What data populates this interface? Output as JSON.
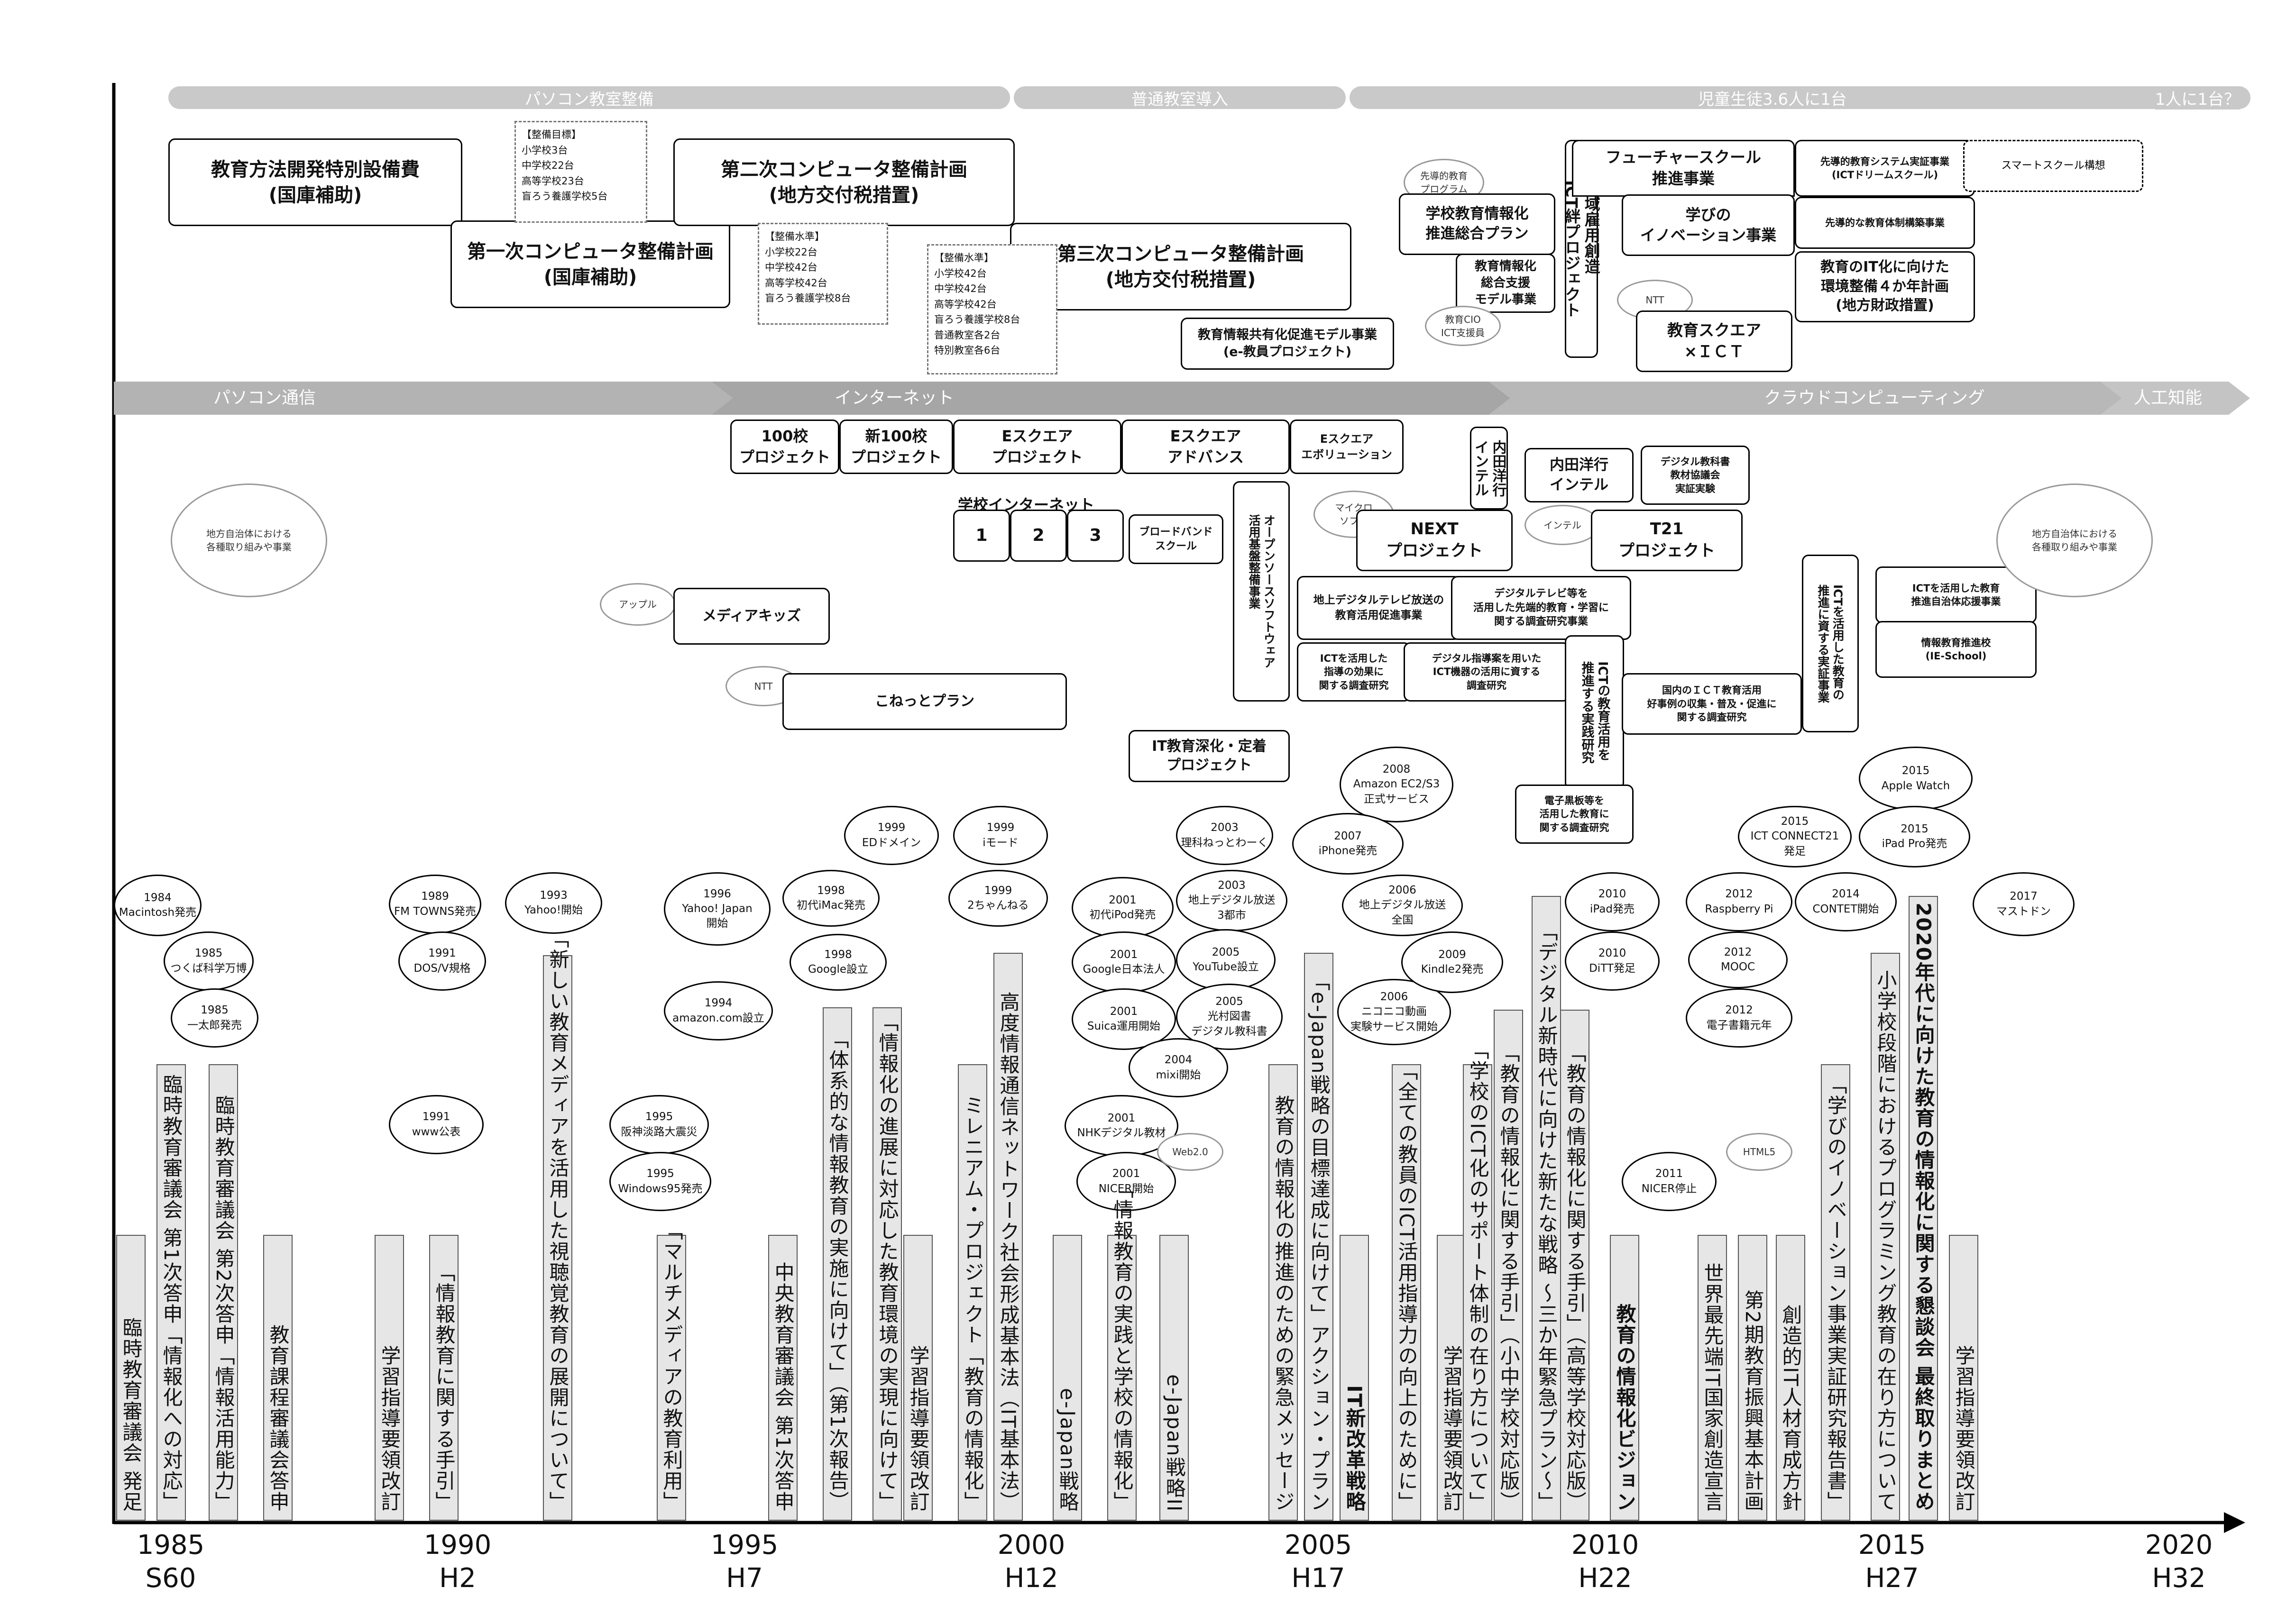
{
  "bands": {
    "lab": "パソコン教室整備",
    "classroom": "普通教室導入",
    "ratio": "児童生徒3.6人に1台",
    "one_to_one": "1人に1台？"
  },
  "tech_arrows": {
    "pc": "パソコン通信",
    "internet": "インターネット",
    "cloud": "クラウドコンピューティング",
    "ai": "人工知能"
  },
  "plans": {
    "kyoiku_hoho": "教育方法開発特別設備費\n(国庫補助)",
    "dai1": "第一次コンピュータ整備計画\n(国庫補助)",
    "dai2": "第二次コンピュータ整備計画\n(地方交付税措置)",
    "dai3": "第三次コンピュータ整備計画\n(地方交付税措置)",
    "mokuhyo": "【整備目標】\n小学校3台\n中学校22台\n高等学校23台\n盲ろう養護学校5台",
    "suijun1": "【整備水準】\n小学校22台\n中学校42台\n高等学校42台\n盲ろう養護学校8台",
    "suijun2": "【整備水準】\n小学校42台\n中学校42台\n高等学校42台\n盲ろう養護学校8台\n普通教室各2台\n特別教室各6台",
    "e_kyoin": "教育情報共有化促進モデル事業\n(e-教員プロジェクト)"
  },
  "upper_right": {
    "cloud_senkuteki": "先導的教育\nプログラム",
    "sogo_plan": "学校教育情報化\n推進総合プラン",
    "shien_model": "教育情報化\n総合支援\nモデル事業",
    "cio": "教育CIO\nICT支援員",
    "chiiki": "地域雇用創造\nICT絆プロジェクト",
    "future": "フューチャースクール\n推進事業",
    "manabi": "学びの\nイノベーション事業",
    "ntt": "NTT",
    "square": "教育スクエア\n×ＩＣＴ",
    "dream": "先導的教育システム実証事業\n(ICTドリームスクール)",
    "smart": "スマートスクール構想",
    "taisei": "先導的な教育体制構築事業",
    "kanyo": "教育のIT化に向けた\n環境整備４か年計画\n(地方財政措置)"
  },
  "projects": {
    "p100": "100校\nプロジェクト",
    "pnew100": "新100校\nプロジェクト",
    "esquare": "Eスクエア\nプロジェクト",
    "eadvance": "Eスクエア\nアドバンス",
    "eevolution": "Eスクエア\nエボリューション",
    "school_net": "学校インターネット",
    "sn1": "1",
    "sn2": "2",
    "sn3": "3",
    "broadband": "ブロードバンド\nスクール",
    "oss": "オープンソースソフトウェア\n活用基盤整備事業",
    "microsoft": "マイクロ\nソフト",
    "next": "NEXT\nプロジェクト",
    "uchida": "内田洋行\nインテル",
    "uchida_intel": "内田洋行\nインテル",
    "digi_textbook": "デジタル教科書\n教材協議会\n実証実験",
    "intel": "インテル",
    "t21": "T21\nプロジェクト",
    "apple": "アップル",
    "mediakids": "メディアキッズ",
    "ntt2": "NTT",
    "konetto": "こねっとプラン",
    "it_shinka": "IT教育深化・定着\nプロジェクト",
    "chideji": "地上デジタルテレビ放送の\n教育活用促進事業",
    "digi_tv": "デジタルテレビ等を\n活用した先端的教育・学習に\n関する調査研究事業",
    "ict_shido": "ICTを活用した\n指導の効果に\n関する調査研究",
    "digi_kyokasho": "デジタル指導案を用いた\nICT機器の活用に資する\n調査研究",
    "ict_jissen": "ICTの教育活用を\n推進する実践研究",
    "kokunai": "国内のＩＣＴ教育活用\n好事例の収集・普及・促進に\n関する調査研究",
    "denshi": "電子黒板等を\n活用した教育に\n関する調査研究",
    "ict_shien": "ICTを活用した教育\n推進自治体応援事業",
    "ie_school": "情報教育推進校\n(IE-School)",
    "ict_jissho": "ICTを活用した教育の\n推進に資する実証事業",
    "chiho_left": "地方自治体における\n各種取り組みや事業",
    "chiho_right": "地方自治体における\n各種取り組みや事業"
  },
  "events": [
    "1984\nMacintosh発売",
    "1985\nつくば科学万博",
    "1985\n一太郎発売",
    "1989\nFM TOWNS発売",
    "1991\nDOS/V規格",
    "1993\nYahoo!開始",
    "1991\nwww公表",
    "1996\nYahoo! Japan\n開始",
    "1994\namazon.com設立",
    "1995\n阪神淡路大震災",
    "1995\nWindows95発売",
    "1999\nEDドメイン",
    "1999\niモード",
    "1998\n初代iMac発売",
    "1998\nGoogle設立",
    "1999\n2ちゃんねる",
    "2001\n初代iPod発売",
    "2001\nGoogle日本法人",
    "2001\nSuica運用開始",
    "2003\n理科ねっとわーく",
    "2003\n地上デジタル放送\n3都市",
    "2005\nYouTube設立",
    "2005\n光村図書\nデジタル教科書",
    "2004\nmixi開始",
    "2001\nNHKデジタル教材",
    "2001\nNICER開始",
    "2008\nAmazon EC2/S3\n正式サービス",
    "2007\niPhone発売",
    "2006\n地上デジタル放送\n全国",
    "2006\nニコニコ動画\n実験サービス開始",
    "2009\nKindle2発売",
    "2010\niPad発売",
    "2010\nDiTT発足",
    "2011\nNICER停止",
    "2012\nRaspberry Pi",
    "2012\nMOOC",
    "2012\n電子書籍元年",
    "2015\nICT CONNECT21\n発足",
    "2014\nCONTET開始",
    "2015\nApple Watch",
    "2015\niPad Pro発売",
    "2017\nマストドン"
  ],
  "clouds_small": {
    "web20": "Web2.0",
    "html5": "HTML5"
  },
  "reports": [
    "臨時教育審議会 発足",
    "臨時教育審議会 第1次答申「情報化への対応」",
    "臨時教育審議会 第2次答申「情報活用能力」",
    "教育課程審議会答申",
    "学習指導要領改訂",
    "「情報教育に関する手引」",
    "「新しい教育メディアを活用した視聴覚教育の展開について」",
    "「マルチメディアの教育利用」",
    "中央教育審議会 第1次答申",
    "「体系的な情報教育の実施に向けて」（第1次報告）",
    "「情報化の進展に対応した教育環境の実現に向けて」",
    "学習指導要領改訂",
    "ミレニアム・プロジェクト「教育の情報化」",
    "高度情報通信ネットワーク社会形成基本法（IT基本法）",
    "e-Japan戦略",
    "「情報教育の実践と学校の情報化」",
    "e-Japan戦略II",
    "教育の情報化の推進のための緊急メッセージ",
    "「e-Japan戦略の目標達成に向けて」アクション・プラン",
    "IT新改革戦略",
    "「全ての教員のICT活用指導力の向上のために」",
    "学習指導要領改訂",
    "「学校のICT化のサポート体制の在り方について」",
    "「教育の情報化に関する手引」（小中学校対応版）",
    "「デジタル新時代に向けた新たな戦略 ～三か年緊急プラン～」",
    "「教育の情報化に関する手引」（高等学校対応版）",
    "教育の情報化ビジョン",
    "世界最先端IT国家創造宣言",
    "第2期教育振興基本計画",
    "創造的IT人材育成方針",
    "「学びのイノベーション事業実証研究報告書」",
    "小学校段階におけるプログラミング教育の在り方について",
    "2020年代に向けた教育の情報化に関する懇談会 最終取りまとめ",
    "学習指導要領改訂"
  ],
  "years": [
    {
      "year": "1985",
      "era": "S60"
    },
    {
      "year": "1990",
      "era": "H2"
    },
    {
      "year": "1995",
      "era": "H7"
    },
    {
      "year": "2000",
      "era": "H12"
    },
    {
      "year": "2005",
      "era": "H17"
    },
    {
      "year": "2010",
      "era": "H22"
    },
    {
      "year": "2015",
      "era": "H27"
    },
    {
      "year": "2020",
      "era": "H32"
    }
  ]
}
